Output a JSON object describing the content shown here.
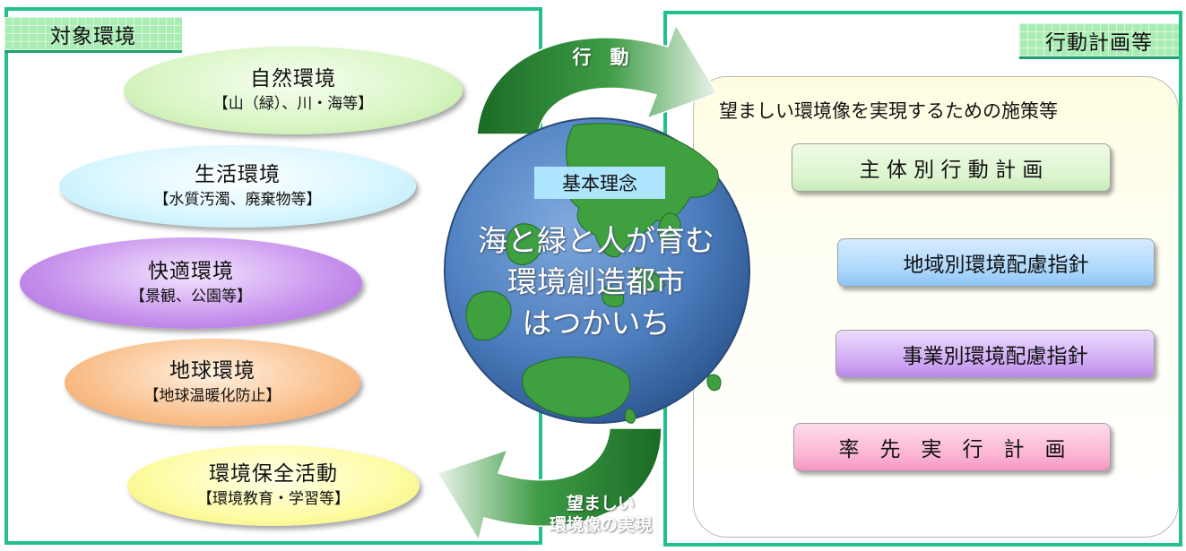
{
  "left_panel": {
    "tag": "対象環境",
    "items": [
      {
        "title": "自然環境",
        "sub": "【山（緑）、川・海等】"
      },
      {
        "title": "生活環境",
        "sub": "【水質汚濁、廃棄物等】"
      },
      {
        "title": "快適環境",
        "sub": "【景観、公園等】"
      },
      {
        "title": "地球環境",
        "sub": "【地球温暖化防止】"
      },
      {
        "title": "環境保全活動",
        "sub": "【環境教育・学習等】"
      }
    ]
  },
  "center": {
    "label": "基本理念",
    "lines": [
      "海と緑と人が育む",
      "環境創造都市",
      "はつかいち"
    ],
    "arrow_top": "行　動",
    "arrow_bottom": [
      "望ましい",
      "環境像の実現"
    ]
  },
  "right_panel": {
    "tag": "行動計画等",
    "subtitle": "望ましい環境像を実現するための施策等",
    "items": [
      "主 体 別 行 動 計 画",
      "地域別環境配慮指針",
      "事業別環境配慮指針",
      "率　先　実　行　計　画"
    ]
  },
  "colors": {
    "border": "#22c08a",
    "ellipse_1": "#d9f5c4",
    "ellipse_2": "#d6f6ff",
    "ellipse_3": "#c690ec",
    "ellipse_4": "#f9c08d",
    "ellipse_5": "#fdfca3",
    "plan_1": "#dcf5cf",
    "plan_2": "#a9d6fb",
    "plan_3": "#cfa6f2",
    "plan_4": "#fbb3d2",
    "arrow": "#1f7a2e",
    "ocean": "#4d7fbf",
    "land": "#3ea03e"
  }
}
